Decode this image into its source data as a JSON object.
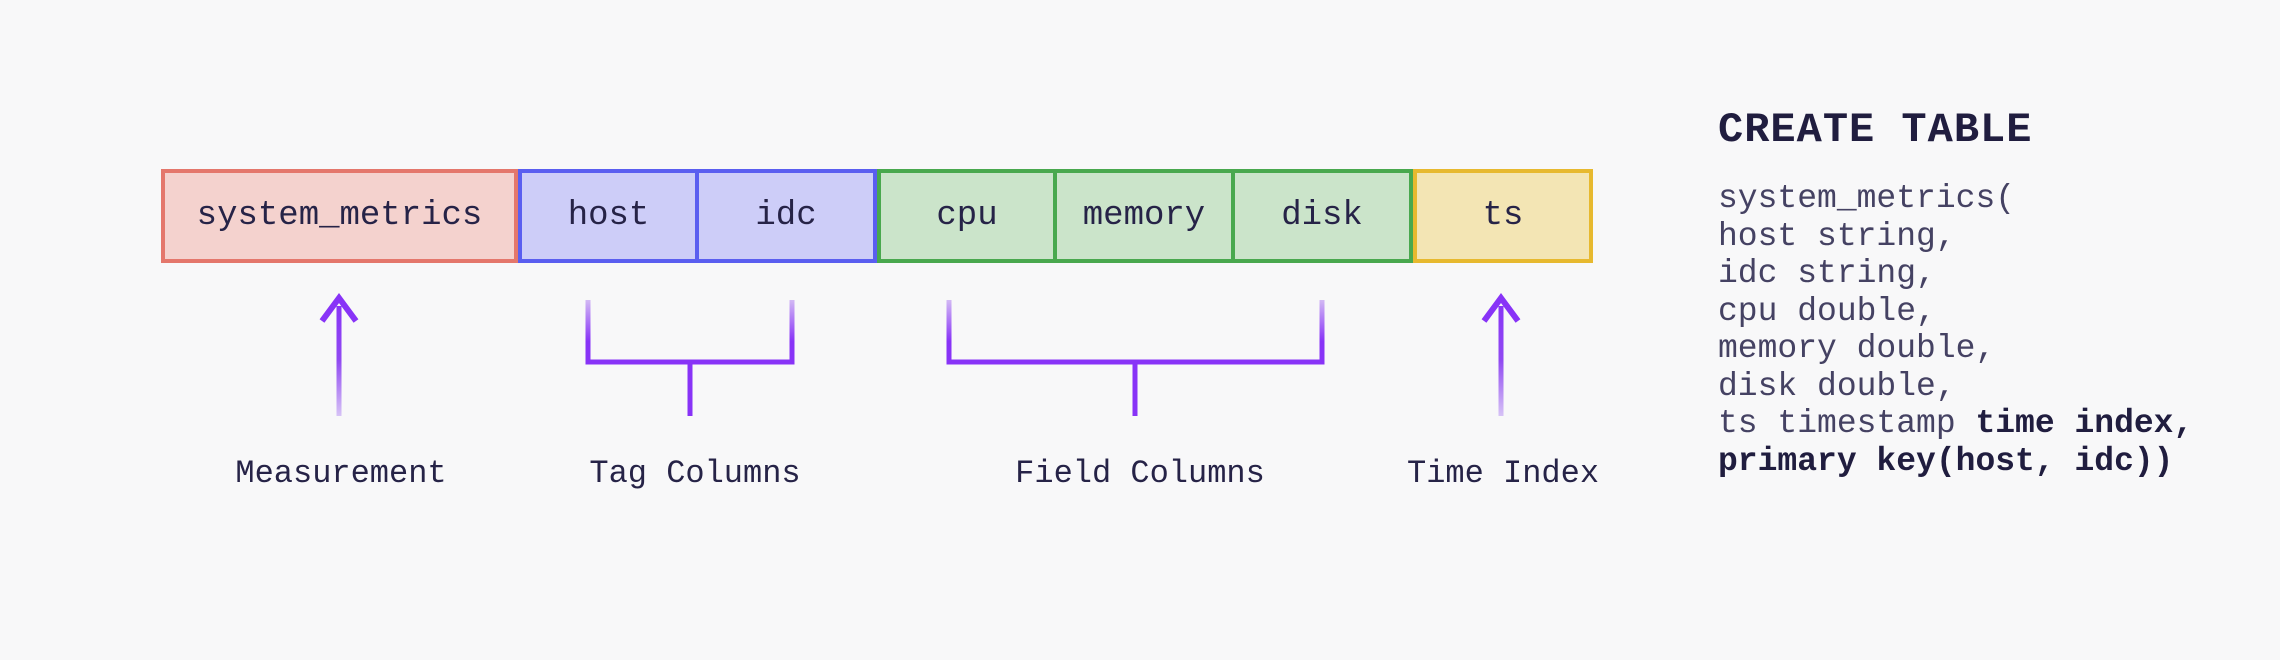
{
  "diagram": {
    "boxes": [
      {
        "label": "system_metrics",
        "role": "measurement"
      },
      {
        "label": "host",
        "role": "tag"
      },
      {
        "label": "idc",
        "role": "tag"
      },
      {
        "label": "cpu",
        "role": "field"
      },
      {
        "label": "memory",
        "role": "field"
      },
      {
        "label": "disk",
        "role": "field"
      },
      {
        "label": "ts",
        "role": "time-index"
      }
    ],
    "annotations": [
      {
        "label": "Measurement",
        "connector": "arrow-up",
        "targets": [
          "system_metrics"
        ]
      },
      {
        "label": "Tag Columns",
        "connector": "bracket",
        "targets": [
          "host",
          "idc"
        ]
      },
      {
        "label": "Field Columns",
        "connector": "bracket",
        "targets": [
          "cpu",
          "memory",
          "disk"
        ]
      },
      {
        "label": "Time Index",
        "connector": "arrow-up",
        "targets": [
          "ts"
        ]
      }
    ]
  },
  "sql": {
    "heading": "CREATE TABLE",
    "lines": [
      {
        "segments": [
          {
            "text": "system_metrics(",
            "bold": false
          }
        ]
      },
      {
        "segments": [
          {
            "text": "host string,",
            "bold": false
          }
        ]
      },
      {
        "segments": [
          {
            "text": "idc string,",
            "bold": false
          }
        ]
      },
      {
        "segments": [
          {
            "text": "cpu double,",
            "bold": false
          }
        ]
      },
      {
        "segments": [
          {
            "text": "memory double,",
            "bold": false
          }
        ]
      },
      {
        "segments": [
          {
            "text": "disk double,",
            "bold": false
          }
        ]
      },
      {
        "segments": [
          {
            "text": "ts timestamp ",
            "bold": false
          },
          {
            "text": "time index,",
            "bold": true
          }
        ]
      },
      {
        "segments": [
          {
            "text": "primary key(host, idc))",
            "bold": true
          }
        ]
      }
    ]
  },
  "colors": {
    "background": "#f8f8f9",
    "measurement_fill": "#f4d2ce",
    "measurement_border": "#e4776c",
    "tag_fill": "#cdcdf8",
    "tag_border": "#5a5ef0",
    "field_fill": "#cbe4ca",
    "field_border": "#49a84e",
    "time_index_fill": "#f3e5b4",
    "time_index_border": "#e7b92f",
    "connector_purple": "#8833f7",
    "connector_purple_faded": "#d9c7f6",
    "label_text": "#262347",
    "code_text": "#454263",
    "code_bold_text": "#201d3f"
  }
}
